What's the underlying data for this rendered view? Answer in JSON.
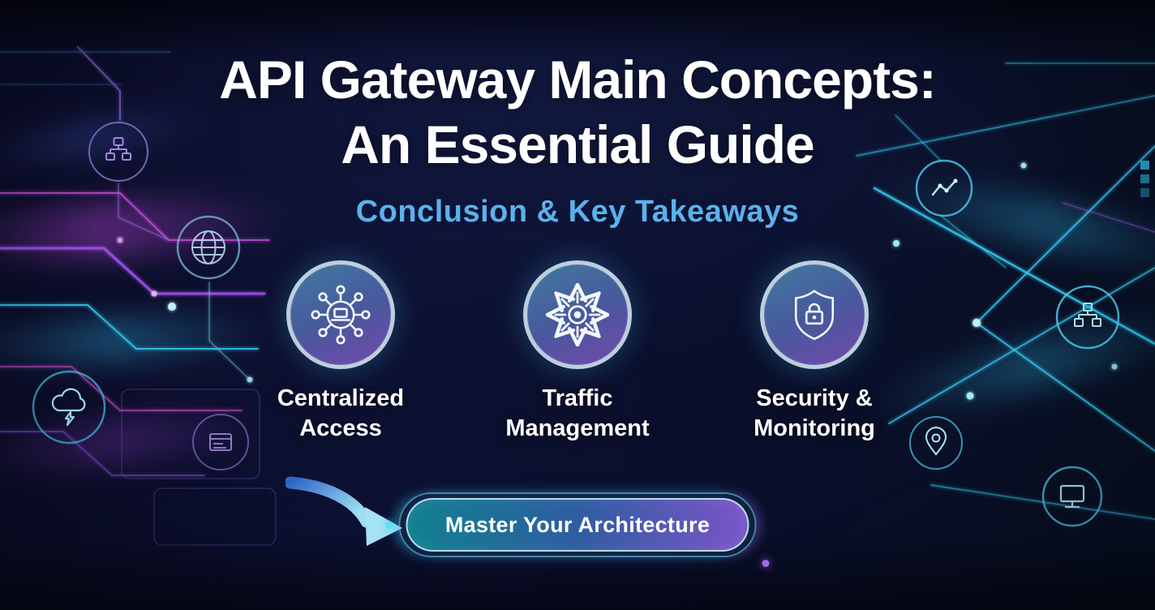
{
  "title": {
    "line1": "API Gateway Main Concepts:",
    "line2": "An Essential Guide"
  },
  "subtitle": "Conclusion & Key Takeaways",
  "features": [
    {
      "label": "Centralized\nAccess",
      "icon": "hub-network-icon"
    },
    {
      "label": "Traffic\nManagement",
      "icon": "traffic-arrows-icon"
    },
    {
      "label": "Security &\nMonitoring",
      "icon": "shield-lock-icon"
    }
  ],
  "cta": {
    "label": "Master Your Architecture"
  },
  "decorative_icons": [
    "flowchart-icon",
    "globe-icon",
    "cloud-lightning-icon",
    "data-card-icon",
    "line-chart-icon",
    "org-tree-icon",
    "location-pin-icon",
    "monitor-icon",
    "curved-arrow-icon"
  ],
  "colors": {
    "background": "#0a0d26",
    "title_text": "#ffffff",
    "subtitle_text": "#5cb1ea",
    "accent_cyan": "#35cdf0",
    "accent_purple": "#9a55e0",
    "accent_magenta": "#cf4fd8",
    "feature_label_text": "#ffffff",
    "feature_circle_ring": "#c7d8e2",
    "cta_text": "#ffffff",
    "cta_gradient_start": "#10808f",
    "cta_gradient_end": "#7b55c8"
  }
}
